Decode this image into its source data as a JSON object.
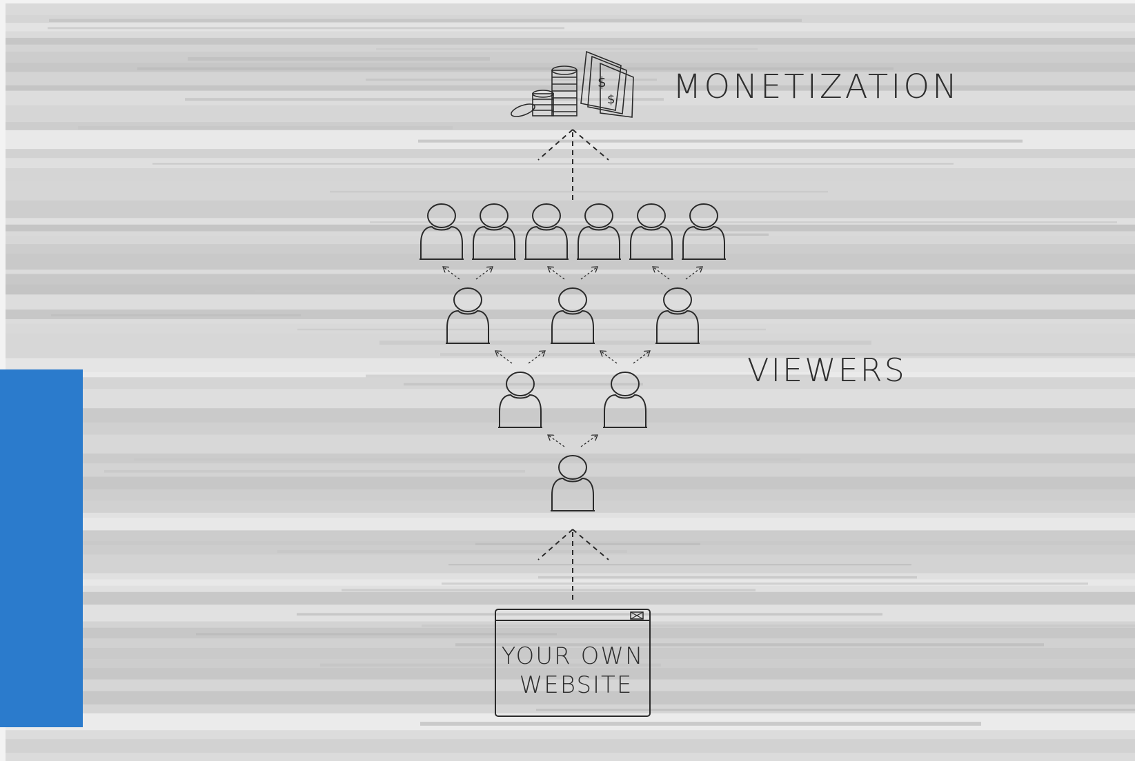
{
  "diagram": {
    "labels": {
      "monetization": "MONETIZATION",
      "viewers": "VIEWERS",
      "website_line1": "YOUR OWN",
      "website_line2": "WEBSITE"
    },
    "viewer_rows": [
      6,
      3,
      2,
      1
    ],
    "colors": {
      "background": "#dcdcdc",
      "ink": "#2a2a2a",
      "accent_block": "#2b7bcc"
    },
    "icons": [
      "money-stack-icon",
      "person-icon",
      "browser-window-icon",
      "close-box-icon"
    ]
  }
}
